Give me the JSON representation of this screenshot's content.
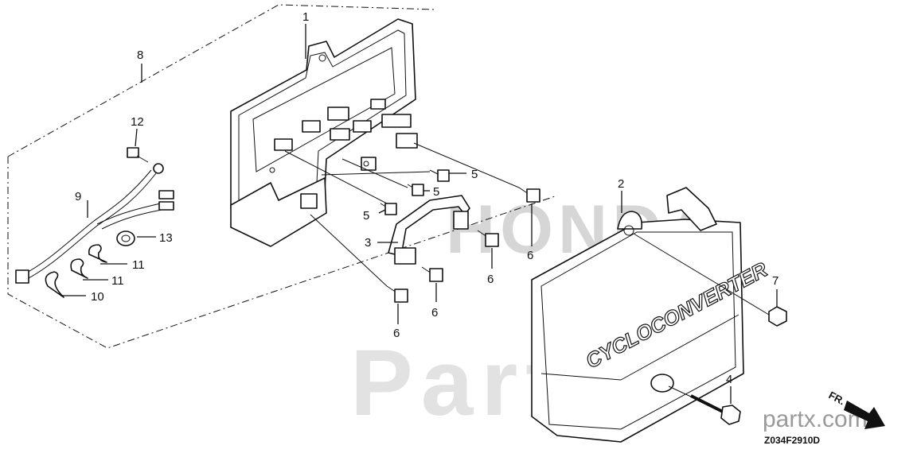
{
  "diagram": {
    "callouts": {
      "c1": "1",
      "c2": "2",
      "c3": "3",
      "c4": "4",
      "c5a": "5",
      "c5b": "5",
      "c5c": "5",
      "c6a": "6",
      "c6b": "6",
      "c6c": "6",
      "c6d": "6",
      "c7": "7",
      "c8": "8",
      "c9": "9",
      "c10": "10",
      "c11a": "11",
      "c11b": "11",
      "c12": "12",
      "c13": "13"
    },
    "cover_label": "CYCLOCONVERTER",
    "direction_label": "FR.",
    "part_code": "Z034F2910D",
    "site_watermark": "partx.com",
    "logo_watermark": "HONDA",
    "big_watermark": "Partx"
  },
  "colors": {
    "line": "#111111",
    "watermark": "#bdbdbd",
    "background": "#ffffff"
  }
}
